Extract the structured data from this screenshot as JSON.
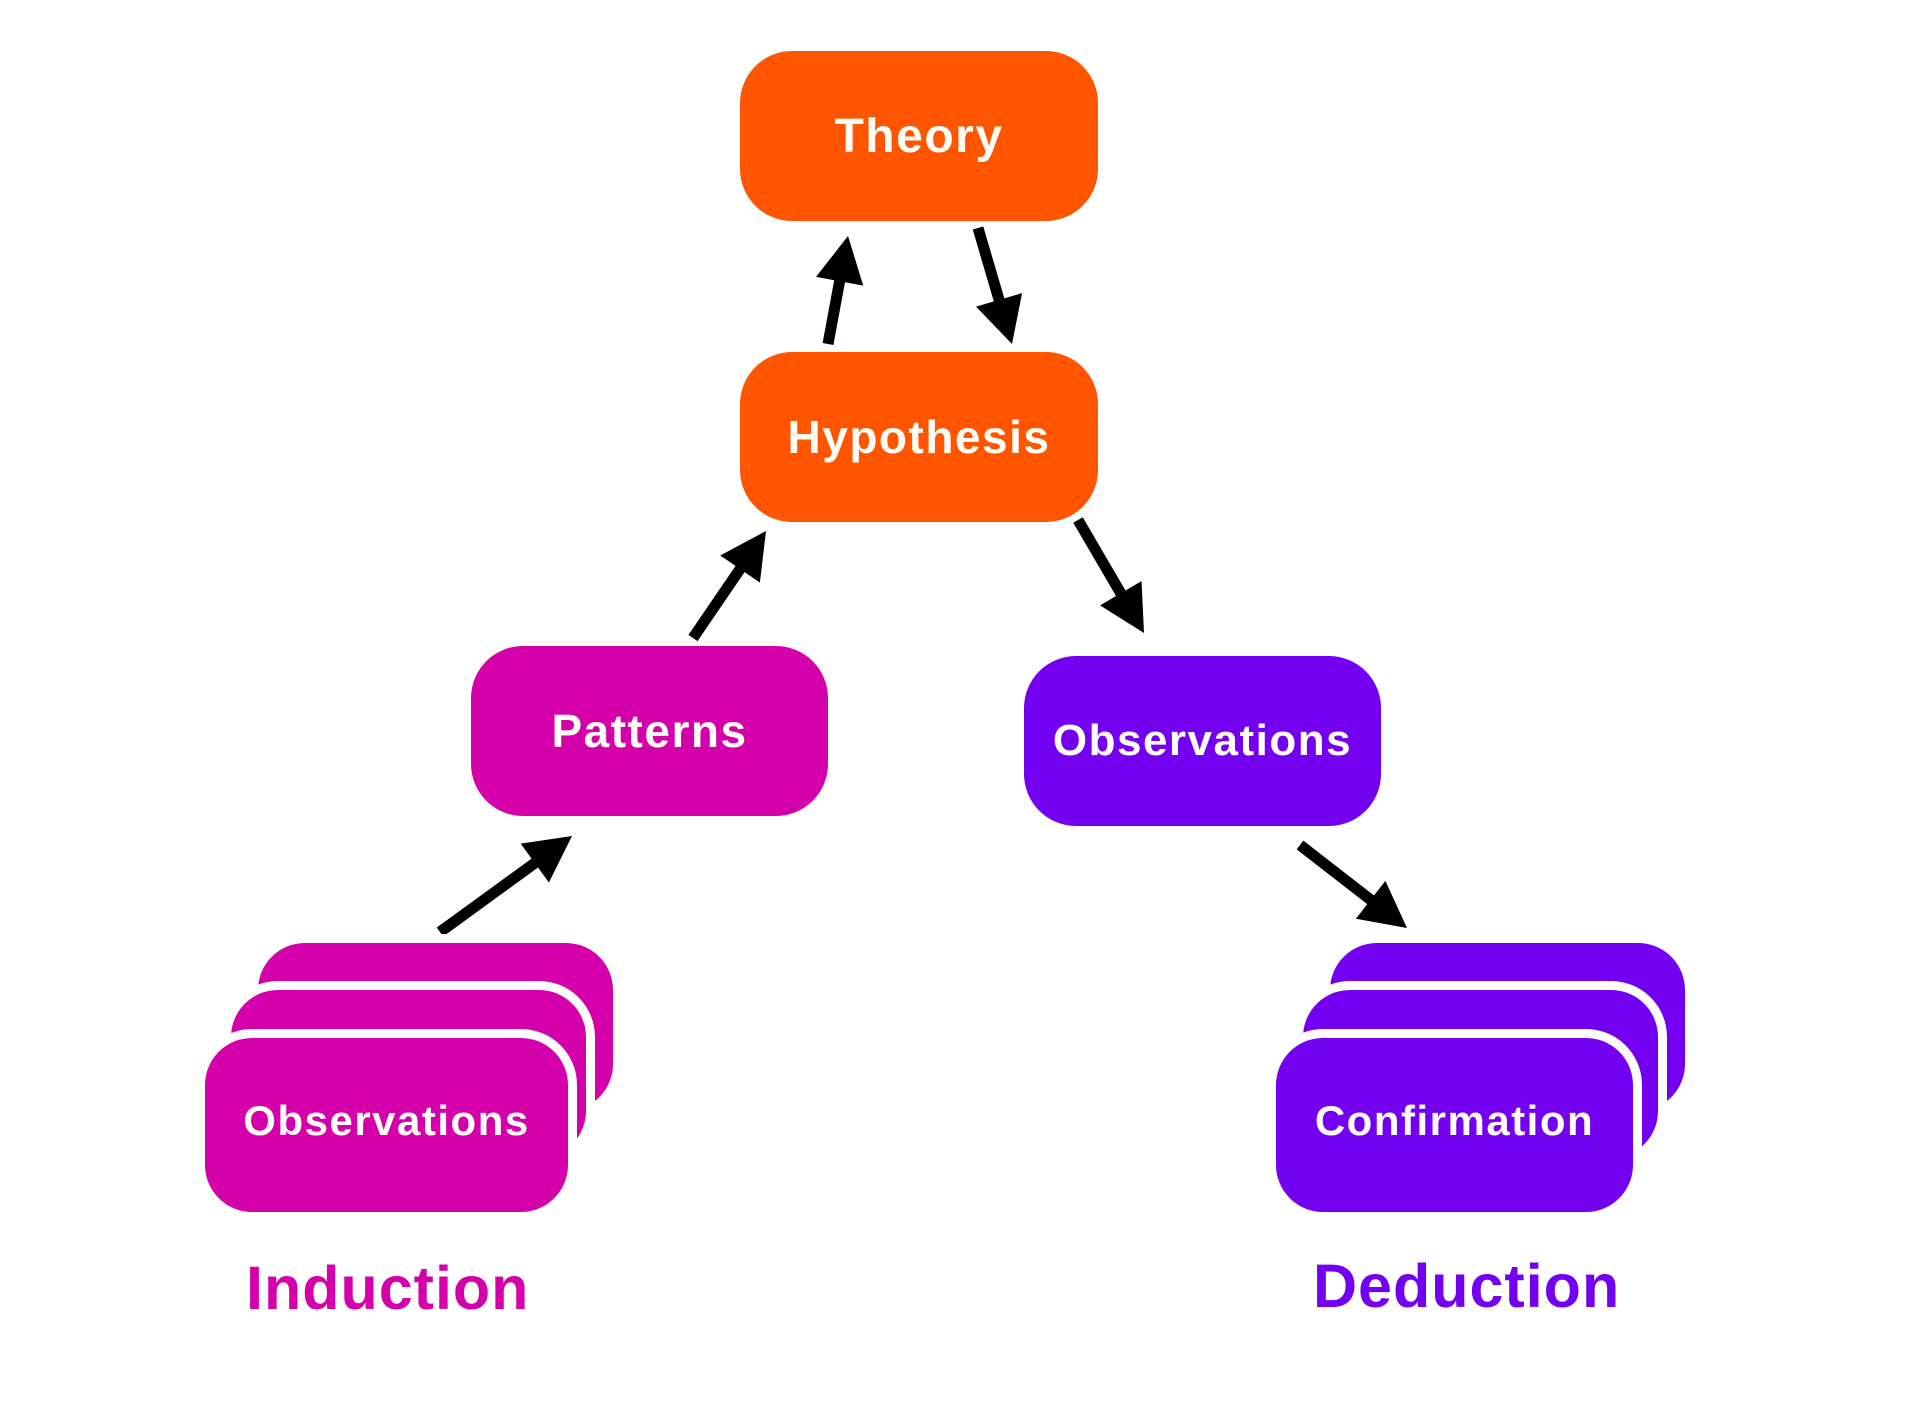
{
  "colors": {
    "theory_stage": "#FF5500",
    "induction": "#D400AA",
    "deduction": "#7400F0",
    "arrow": "#000000",
    "node_text": "#FFFDF6",
    "background": "#FFFFFF"
  },
  "nodes": {
    "theory": "Theory",
    "hypothesis": "Hypothesis",
    "patterns": "Patterns",
    "observations_deduction": "Observations",
    "observations_induction": "Observations",
    "confirmation": "Confirmation"
  },
  "labels": {
    "induction": "Induction",
    "deduction": "Deduction"
  },
  "edges": [
    {
      "from": "Observations (induction)",
      "to": "Patterns"
    },
    {
      "from": "Patterns",
      "to": "Hypothesis"
    },
    {
      "from": "Hypothesis",
      "to": "Theory"
    },
    {
      "from": "Theory",
      "to": "Hypothesis"
    },
    {
      "from": "Hypothesis",
      "to": "Observations (deduction)"
    },
    {
      "from": "Observations (deduction)",
      "to": "Confirmation"
    }
  ]
}
